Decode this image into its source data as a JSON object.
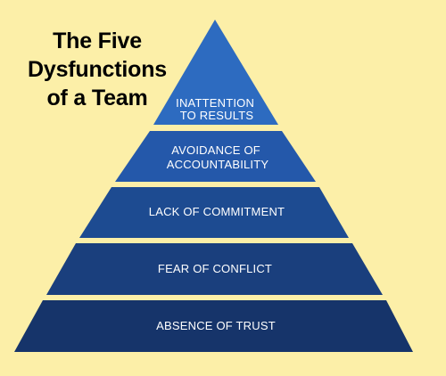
{
  "title": {
    "line1": "The Five",
    "line2": "Dysfunctions",
    "line3": "of a Team"
  },
  "tiers": [
    {
      "lines": [
        "INATTENTION",
        "TO RESULTS"
      ],
      "color": "#2d6bc0"
    },
    {
      "lines": [
        "AVOIDANCE OF",
        "ACCOUNTABILITY"
      ],
      "color": "#2458aa"
    },
    {
      "lines": [
        "LACK OF COMMITMENT"
      ],
      "color": "#1d4b91"
    },
    {
      "lines": [
        "FEAR OF CONFLICT"
      ],
      "color": "#1a3f7d"
    },
    {
      "lines": [
        "ABSENCE OF TRUST"
      ],
      "color": "#16346a"
    }
  ],
  "colors": {
    "background": "#fcefa8",
    "title_text": "#000000",
    "tier_text": "#ffffff"
  }
}
